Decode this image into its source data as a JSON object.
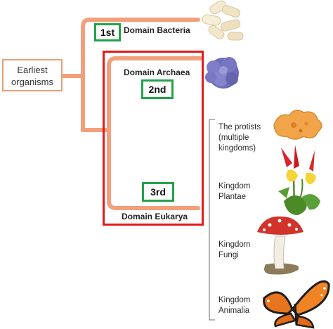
{
  "root": {
    "label_line1": "Earliest",
    "label_line2": "organisms"
  },
  "domains": {
    "bacteria": "Domain Bacteria",
    "archaea": "Domain Archaea",
    "eukarya": "Domain Eukarya"
  },
  "badges": {
    "first": "1st",
    "second": "2nd",
    "third": "3rd"
  },
  "kingdoms": {
    "protists": [
      "The protists",
      "(multiple",
      "kingdoms)"
    ],
    "plantae": [
      "Kingdom",
      "Plantae"
    ],
    "fungi": [
      "Kingdom",
      "Fungi"
    ],
    "animalia": [
      "Kingdom",
      "Animalia"
    ]
  },
  "colors": {
    "branch": "#f2a07c",
    "highlight_box": "#e31b1b",
    "badge_border": "#22a24a"
  },
  "icons": [
    "bacteria-icon",
    "archaea-icon",
    "protist-icon",
    "flower-icon",
    "mushroom-icon",
    "butterfly-icon"
  ]
}
